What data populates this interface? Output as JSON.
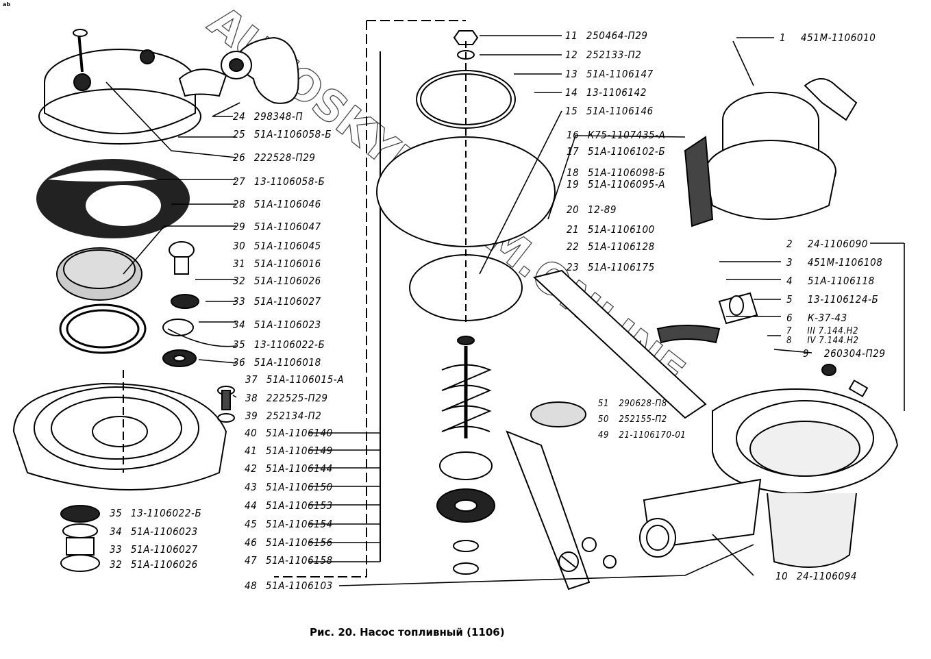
{
  "caption": "Рис. 20. Насос топливный (1106)",
  "corner_mark": "ab",
  "watermark": "AUTOSKYLT.COM.ONLINE",
  "parts": [
    {
      "no": "1",
      "code": "451M-1106010"
    },
    {
      "no": "2",
      "code": "24-1106090"
    },
    {
      "no": "3",
      "code": "451M-1106108"
    },
    {
      "no": "4",
      "code": "51A-1106118"
    },
    {
      "no": "5",
      "code": "13-1106124-Б"
    },
    {
      "no": "6",
      "code": "К-37-43"
    },
    {
      "no": "7",
      "code": "III 7.144.Н2"
    },
    {
      "no": "8",
      "code": "IV 7.144.Н2"
    },
    {
      "no": "9",
      "code": "260304-П29"
    },
    {
      "no": "10",
      "code": "24-1106094"
    },
    {
      "no": "11",
      "code": "250464-П29"
    },
    {
      "no": "12",
      "code": "252133-П2"
    },
    {
      "no": "13",
      "code": "51A-1106147"
    },
    {
      "no": "14",
      "code": "13-1106142"
    },
    {
      "no": "15",
      "code": "51A-1106146"
    },
    {
      "no": "16",
      "code": "К75-1107435-А"
    },
    {
      "no": "17",
      "code": "51A-1106102-Б"
    },
    {
      "no": "18",
      "code": "51A-1106098-Б"
    },
    {
      "no": "19",
      "code": "51A-1106095-А"
    },
    {
      "no": "20",
      "code": "12-89"
    },
    {
      "no": "21",
      "code": "51A-1106100"
    },
    {
      "no": "22",
      "code": "51A-1106128"
    },
    {
      "no": "23",
      "code": "51A-1106175"
    },
    {
      "no": "24",
      "code": "298348-П"
    },
    {
      "no": "25",
      "code": "51A-1106058-Б"
    },
    {
      "no": "26",
      "code": "222528-П29"
    },
    {
      "no": "27",
      "code": "13-1106058-Б"
    },
    {
      "no": "28",
      "code": "51A-1106046"
    },
    {
      "no": "29",
      "code": "51A-1106047"
    },
    {
      "no": "30",
      "code": "51A-1106045"
    },
    {
      "no": "31",
      "code": "51A-1106016"
    },
    {
      "no": "32",
      "code": "51A-1106026"
    },
    {
      "no": "33",
      "code": "51A-1106027"
    },
    {
      "no": "34",
      "code": "51A-1106023"
    },
    {
      "no": "35",
      "code": "13-1106022-Б"
    },
    {
      "no": "36",
      "code": "51A-1106018"
    },
    {
      "no": "37",
      "code": "51A-1106015-А"
    },
    {
      "no": "38",
      "code": "222525-П29"
    },
    {
      "no": "39",
      "code": "252134-П2"
    },
    {
      "no": "40",
      "code": "51A-1106140"
    },
    {
      "no": "41",
      "code": "51A-1106149"
    },
    {
      "no": "42",
      "code": "51A-1106144"
    },
    {
      "no": "43",
      "code": "51A-1106150"
    },
    {
      "no": "44",
      "code": "51A-1106153"
    },
    {
      "no": "45",
      "code": "51A-1106154"
    },
    {
      "no": "46",
      "code": "51A-1106156"
    },
    {
      "no": "47",
      "code": "51A-1106158"
    },
    {
      "no": "48",
      "code": "51A-1106103"
    },
    {
      "no": "49",
      "code": "21-1106170-01"
    },
    {
      "no": "50",
      "code": "252155-П2"
    },
    {
      "no": "51",
      "code": "290628-П8"
    }
  ],
  "lower_left_stack": [
    {
      "no": "35",
      "code": "13-1106022-Б"
    },
    {
      "no": "34",
      "code": "51A-1106023"
    },
    {
      "no": "33",
      "code": "51A-1106027"
    },
    {
      "no": "32",
      "code": "51A-1106026"
    }
  ]
}
